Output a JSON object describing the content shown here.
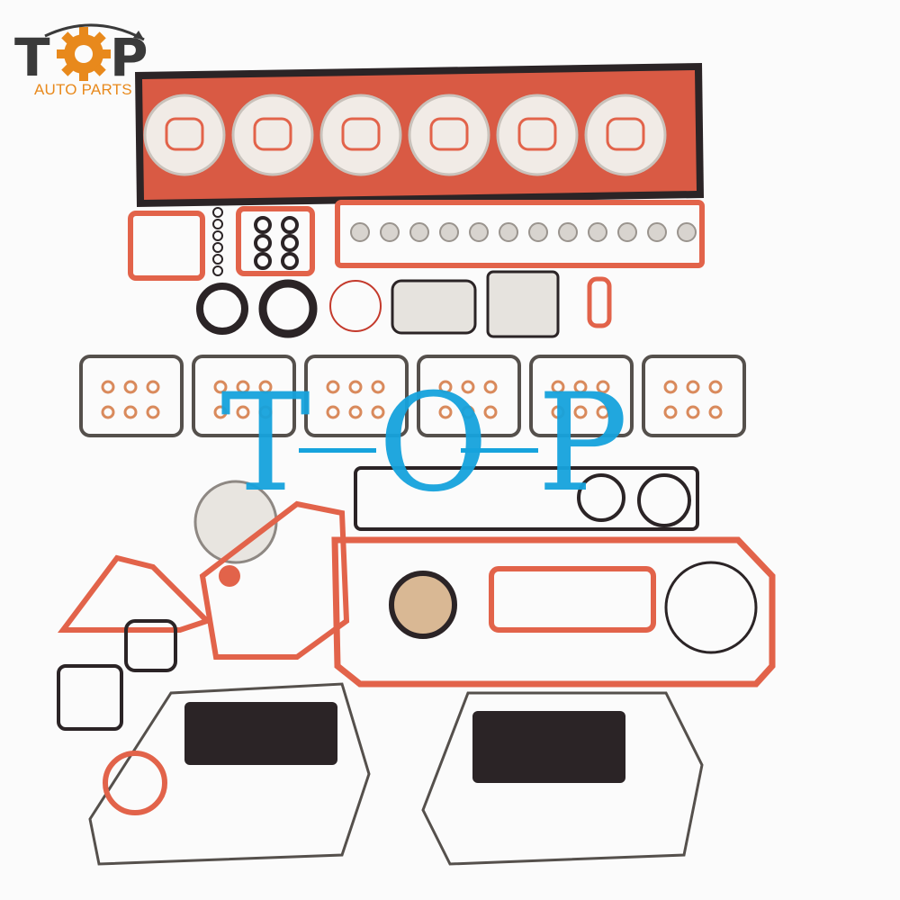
{
  "brand": {
    "logo_text": "TOP",
    "tagline": "AUTO PARTS",
    "logo_letter_color": "#3a3a3a",
    "logo_gear_color": "#e8891c"
  },
  "watermark": {
    "letters": [
      "T",
      "O",
      "P"
    ],
    "color": "#16a3dd"
  },
  "photo": {
    "subject": "engine-gasket-kit",
    "gasket_color": "#e2634a",
    "dark_gasket_color": "#2b2426"
  }
}
